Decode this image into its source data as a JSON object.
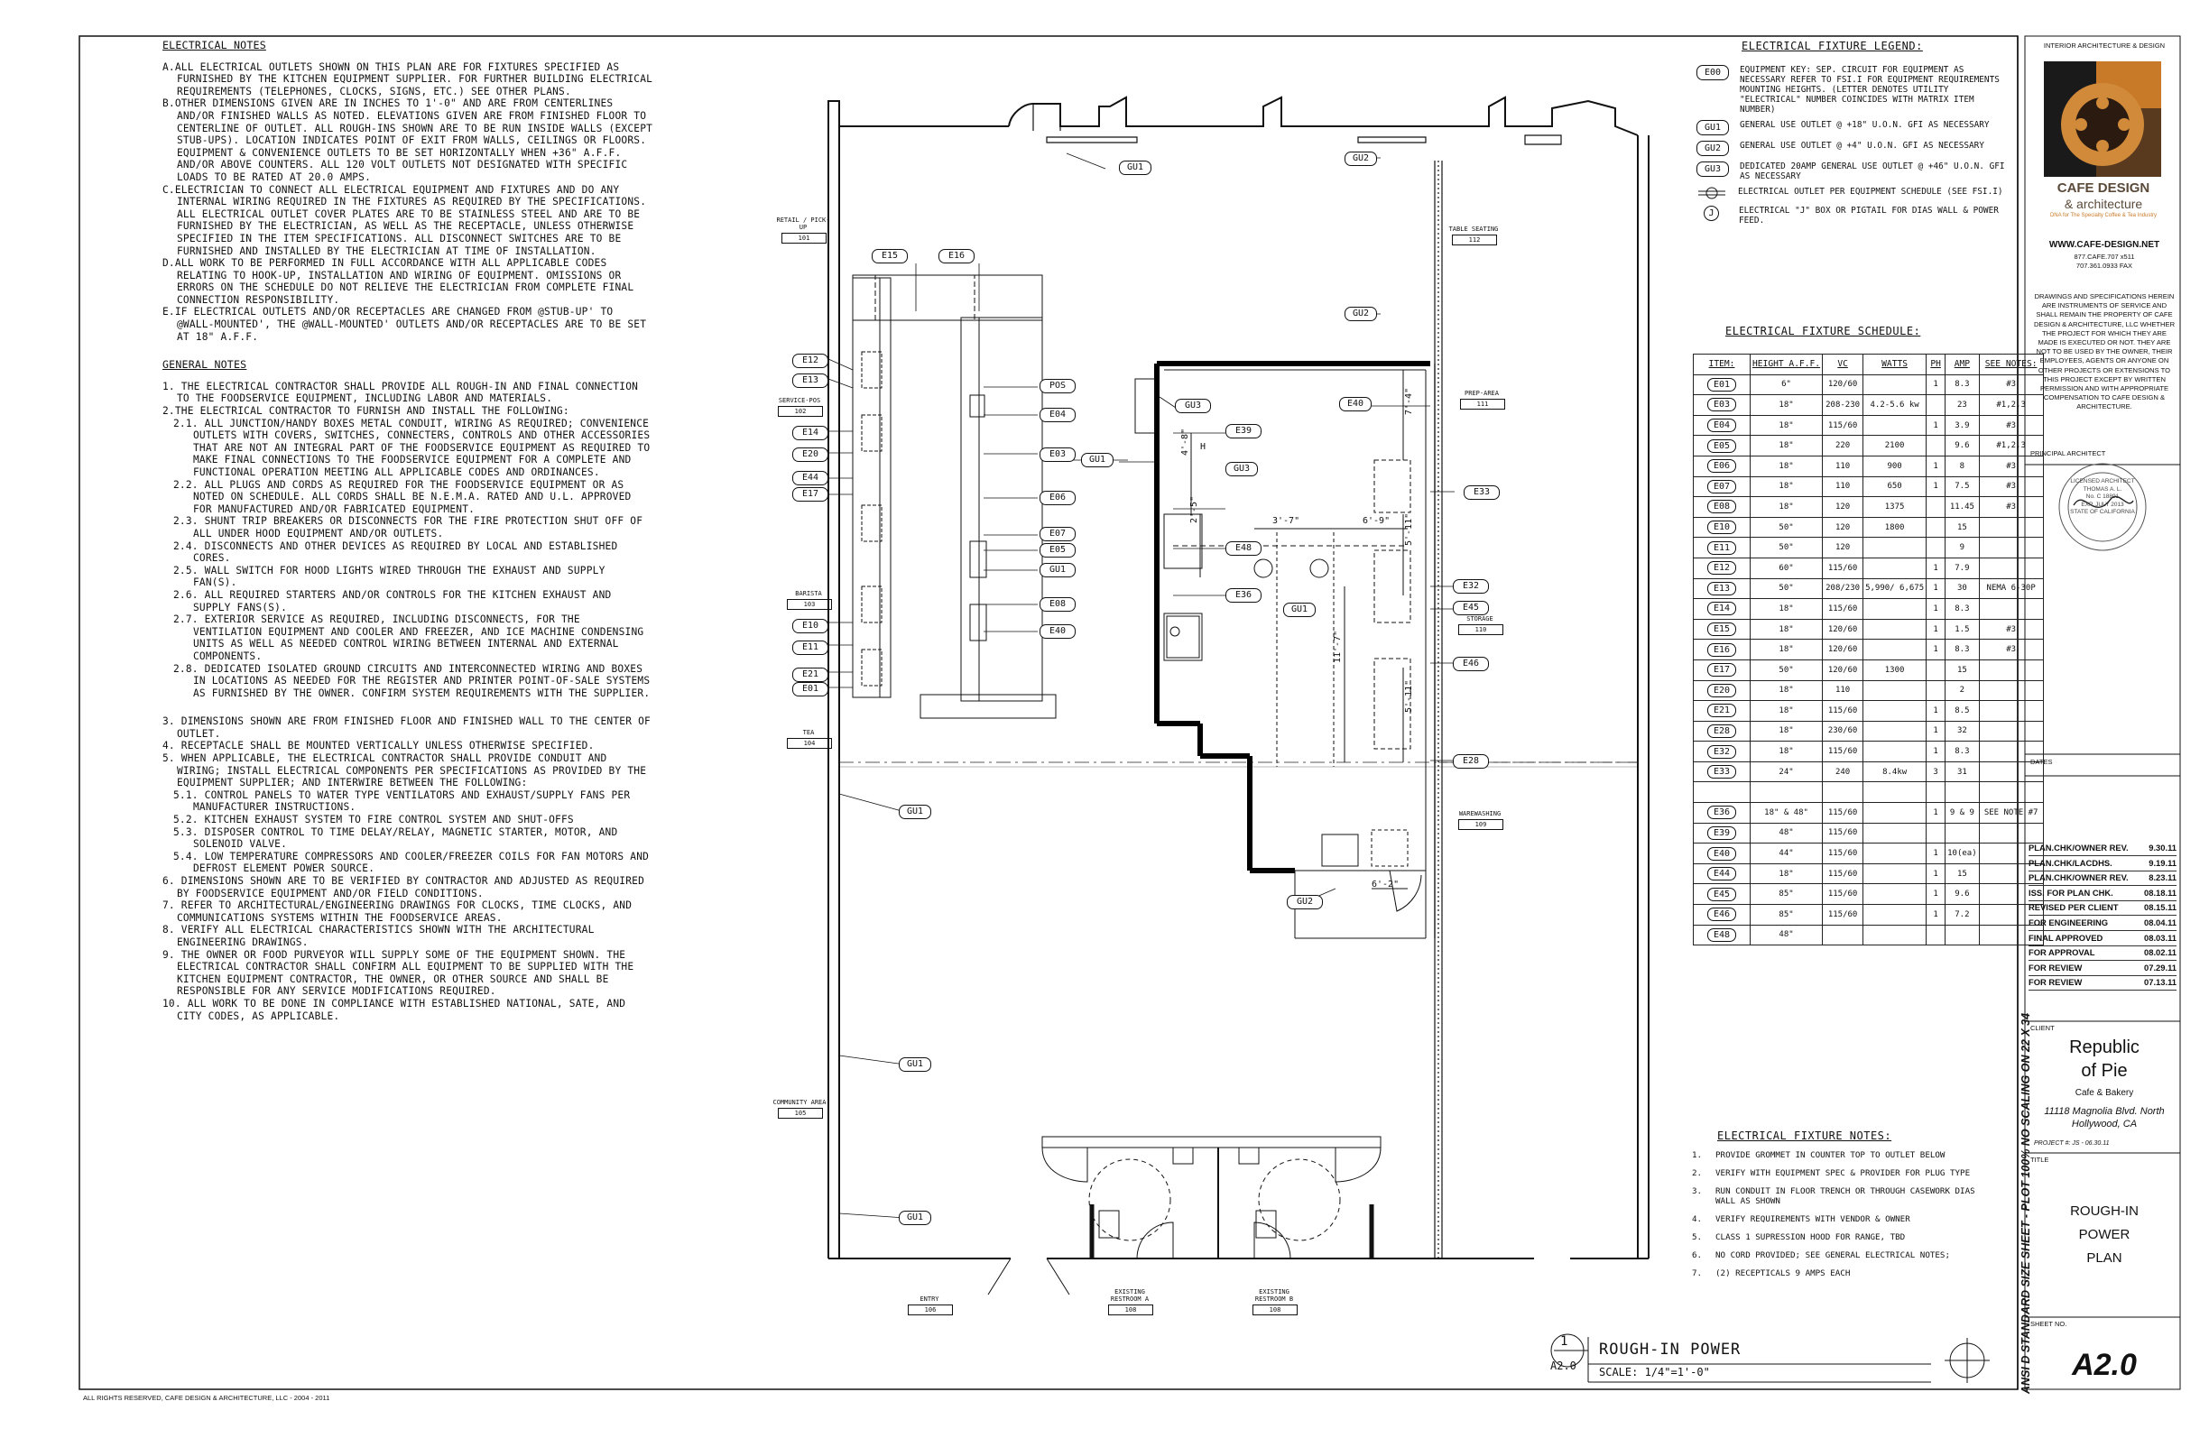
{
  "electrical_notes": {
    "title": "ELECTRICAL NOTES",
    "items": [
      "A.ALL ELECTRICAL OUTLETS SHOWN ON THIS PLAN ARE FOR FIXTURES SPECIFIED AS FURNISHED BY THE KITCHEN EQUIPMENT SUPPLIER. FOR FURTHER BUILDING ELECTRICAL REQUIREMENTS (TELEPHONES, CLOCKS, SIGNS, ETC.) SEE OTHER PLANS.",
      "B.OTHER DIMENSIONS GIVEN ARE IN INCHES TO 1'-0\" AND ARE FROM CENTERLINES AND/OR FINISHED WALLS AS NOTED. ELEVATIONS GIVEN ARE FROM FINISHED FLOOR TO CENTERLINE OF OUTLET. ALL ROUGH-INS SHOWN ARE TO BE RUN INSIDE WALLS (EXCEPT STUB-UPS). LOCATION INDICATES POINT OF EXIT FROM WALLS, CEILINGS OR FLOORS. EQUIPMENT & CONVENIENCE OUTLETS TO BE SET HORIZONTALLY WHEN +36\" A.F.F. AND/OR ABOVE COUNTERS. ALL 120 VOLT OUTLETS NOT DESIGNATED WITH SPECIFIC LOADS TO BE RATED AT 20.0 AMPS.",
      "C.ELECTRICIAN TO CONNECT ALL ELECTRICAL EQUIPMENT AND FIXTURES AND DO ANY INTERNAL WIRING REQUIRED IN THE FIXTURES AS REQUIRED BY THE SPECIFICATIONS. ALL ELECTRICAL OUTLET COVER PLATES ARE TO BE STAINLESS STEEL AND ARE TO BE FURNISHED BY THE ELECTRICIAN, AS WELL AS THE RECEPTACLE, UNLESS OTHERWISE SPECIFIED IN THE ITEM SPECIFICATIONS. ALL DISCONNECT SWITCHES ARE TO BE FURNISHED AND INSTALLED BY THE ELECTRICIAN AT TIME OF INSTALLATION.",
      "D.ALL WORK TO BE PERFORMED IN FULL ACCORDANCE WITH ALL APPLICABLE CODES RELATING TO HOOK-UP, INSTALLATION AND WIRING OF EQUIPMENT. OMISSIONS OR ERRORS ON THE SCHEDULE DO NOT RELIEVE THE ELECTRICIAN FROM COMPLETE FINAL CONNECTION RESPONSIBILITY.",
      "E.IF ELECTRICAL OUTLETS AND/OR RECEPTACLES ARE CHANGED FROM @STUB-UP' TO @WALL-MOUNTED', THE @WALL-MOUNTED' OUTLETS AND/OR RECEPTACLES ARE TO BE SET AT 18\" A.F.F."
    ]
  },
  "general_notes": {
    "title": "GENERAL NOTES",
    "items": [
      "1. THE ELECTRICAL CONTRACTOR SHALL PROVIDE ALL ROUGH-IN AND FINAL CONNECTION TO THE FOODSERVICE EQUIPMENT, INCLUDING LABOR AND MATERIALS.",
      "2.THE ELECTRICAL CONTRACTOR TO FURNISH AND INSTALL THE FOLLOWING:"
    ],
    "sub2": [
      "2.1. ALL JUNCTION/HANDY BOXES METAL CONDUIT, WIRING AS REQUIRED; CONVENIENCE OUTLETS WITH COVERS, SWITCHES, CONNECTERS, CONTROLS AND OTHER ACCESSORIES THAT ARE NOT AN INTEGRAL PART OF THE FOODSERVICE EQUIPMENT AS REQUIRED TO MAKE FINAL CONNECTIONS TO THE FOODSERVICE EQUIPMENT FOR A COMPLETE AND FUNCTIONAL OPERATION MEETING ALL APPLICABLE CODES AND ORDINANCES.",
      "2.2. ALL PLUGS AND CORDS AS REQUIRED FOR THE FOODSERVICE EQUIPMENT OR AS NOTED ON SCHEDULE. ALL CORDS SHALL BE N.E.M.A. RATED AND U.L. APPROVED FOR MANUFACTURED AND/OR FABRICATED EQUIPMENT.",
      "2.3. SHUNT TRIP BREAKERS OR DISCONNECTS FOR THE FIRE PROTECTION SHUT OFF OF ALL UNDER HOOD EQUIPMENT AND/OR OUTLETS.",
      "2.4. DISCONNECTS AND OTHER DEVICES AS REQUIRED BY LOCAL AND ESTABLISHED CORES.",
      "2.5. WALL SWITCH FOR HOOD LIGHTS WIRED THROUGH THE EXHAUST AND SUPPLY FAN(S).",
      "2.6. ALL REQUIRED STARTERS AND/OR CONTROLS FOR THE KITCHEN EXHAUST AND SUPPLY FANS(S).",
      "2.7. EXTERIOR SERVICE AS REQUIRED, INCLUDING DISCONNECTS, FOR THE VENTILATION EQUIPMENT AND COOLER AND FREEZER, AND ICE MACHINE CONDENSING UNITS AS WELL AS NEEDED CONTROL WIRING BETWEEN INTERNAL AND EXTERNAL COMPONENTS.",
      "2.8. DEDICATED ISOLATED GROUND CIRCUITS AND INTERCONNECTED WIRING AND BOXES IN LOCATIONS AS NEEDED FOR THE REGISTER AND PRINTER POINT-OF-SALE SYSTEMS AS FURNISHED BY THE OWNER. CONFIRM SYSTEM REQUIREMENTS WITH THE SUPPLIER."
    ],
    "items2": [
      "3. DIMENSIONS SHOWN ARE FROM FINISHED FLOOR AND FINISHED WALL TO THE CENTER OF OUTLET.",
      "4. RECEPTACLE SHALL BE MOUNTED VERTICALLY UNLESS OTHERWISE SPECIFIED.",
      "5. WHEN APPLICABLE, THE ELECTRICAL CONTRACTOR SHALL PROVIDE CONDUIT AND WIRING; INSTALL ELECTRICAL COMPONENTS PER SPECIFICATIONS AS PROVIDED BY THE EQUIPMENT SUPPLIER; AND INTERWIRE BETWEEN THE FOLLOWING:"
    ],
    "sub5": [
      "5.1. CONTROL PANELS TO WATER TYPE VENTILATORS AND EXHAUST/SUPPLY FANS PER MANUFACTURER INSTRUCTIONS.",
      "5.2. KITCHEN EXHAUST SYSTEM TO FIRE CONTROL SYSTEM AND SHUT-OFFS",
      "5.3. DISPOSER CONTROL TO TIME DELAY/RELAY, MAGNETIC STARTER, MOTOR, AND SOLENOID VALVE.",
      "5.4. LOW TEMPERATURE COMPRESSORS AND COOLER/FREEZER COILS FOR FAN MOTORS AND DEFROST ELEMENT POWER SOURCE."
    ],
    "items3": [
      "6. DIMENSIONS SHOWN ARE TO BE VERIFIED BY CONTRACTOR AND ADJUSTED AS REQUIRED BY FOODSERVICE EQUIPMENT AND/OR FIELD CONDITIONS.",
      "7. REFER TO ARCHITECTURAL/ENGINEERING DRAWINGS FOR CLOCKS, TIME CLOCKS, AND COMMUNICATIONS SYSTEMS WITHIN THE FOODSERVICE AREAS.",
      "8. VERIFY ALL ELECTRICAL CHARACTERISTICS SHOWN WITH THE ARCHITECTURAL ENGINEERING DRAWINGS.",
      "9. THE OWNER OR FOOD PURVEYOR WILL SUPPLY SOME OF THE EQUIPMENT SHOWN. THE ELECTRICAL CONTRACTOR SHALL CONFIRM ALL EQUIPMENT TO BE SUPPLIED WITH THE KITCHEN EQUIPMENT CONTRACTOR, THE OWNER, OR OTHER SOURCE AND SHALL BE RESPONSIBLE FOR ANY SERVICE MODIFICATIONS REQUIRED.",
      "10. ALL WORK TO BE DONE IN COMPLIANCE WITH ESTABLISHED NATIONAL, SATE, AND CITY CODES, AS APPLICABLE."
    ]
  },
  "legend": {
    "title": "ELECTRICAL FIXTURE LEGEND:",
    "rows": [
      {
        "tag": "E00",
        "text": "EQUIPMENT KEY: SEP. CIRCUIT FOR EQUIPMENT AS NECESSARY REFER TO FSI.I FOR EQUIPMENT REQUIREMENTS MOUNTING HEIGHTS. (LETTER DENOTES UTILITY \"ELECTRICAL\" NUMBER COINCIDES WITH MATRIX ITEM NUMBER)"
      },
      {
        "tag": "GU1",
        "text": "GENERAL USE OUTLET @ +18\" U.O.N. GFI AS NECESSARY"
      },
      {
        "tag": "GU2",
        "text": "GENERAL USE OUTLET @ +4\" U.O.N. GFI AS NECESSARY"
      },
      {
        "tag": "GU3",
        "text": "DEDICATED 20AMP GENERAL USE OUTLET @ +46\" U.O.N. GFI AS NECESSARY"
      },
      {
        "tag": "",
        "text": "ELECTRICAL OUTLET PER EQUIPMENT SCHEDULE (SEE FSI.I)"
      },
      {
        "tag": "J",
        "text": "ELECTRICAL \"J\" BOX OR PIGTAIL FOR DIAS WALL & POWER FEED."
      }
    ]
  },
  "schedule": {
    "title": "ELECTRICAL FIXTURE SCHEDULE:",
    "headers": [
      "ITEM:",
      "HEIGHT A.F.F.",
      "VC",
      "WATTS",
      "PH",
      "AMP",
      "SEE NOTES:"
    ],
    "rows": [
      [
        "E01",
        "6\"",
        "120/60",
        "",
        "1",
        "8.3",
        "#3"
      ],
      [
        "E03",
        "18\"",
        "208-230",
        "4.2-5.6 kw",
        "",
        "23",
        "#1,2,3"
      ],
      [
        "E04",
        "18\"",
        "115/60",
        "",
        "1",
        "3.9",
        "#3"
      ],
      [
        "E05",
        "18\"",
        "220",
        "2100",
        "",
        "9.6",
        "#1,2,3"
      ],
      [
        "E06",
        "18\"",
        "110",
        "900",
        "1",
        "8",
        "#3"
      ],
      [
        "E07",
        "18\"",
        "110",
        "650",
        "1",
        "7.5",
        "#3"
      ],
      [
        "E08",
        "18\"",
        "120",
        "1375",
        "",
        "11.45",
        "#3"
      ],
      [
        "E10",
        "50\"",
        "120",
        "1800",
        "",
        "15",
        ""
      ],
      [
        "E11",
        "50\"",
        "120",
        "",
        "",
        "9",
        ""
      ],
      [
        "E12",
        "60\"",
        "115/60",
        "",
        "1",
        "7.9",
        ""
      ],
      [
        "E13",
        "50\"",
        "208/230",
        "5,990/ 6,675",
        "1",
        "30",
        "NEMA 6-30P"
      ],
      [
        "E14",
        "18\"",
        "115/60",
        "",
        "1",
        "8.3",
        ""
      ],
      [
        "E15",
        "18\"",
        "120/60",
        "",
        "1",
        "1.5",
        "#3"
      ],
      [
        "E16",
        "18\"",
        "120/60",
        "",
        "1",
        "8.3",
        "#3"
      ],
      [
        "E17",
        "50\"",
        "120/60",
        "1300",
        "",
        "15",
        ""
      ],
      [
        "E20",
        "18\"",
        "110",
        "",
        "",
        "2",
        ""
      ],
      [
        "E21",
        "18\"",
        "115/60",
        "",
        "1",
        "8.5",
        ""
      ],
      [
        "E28",
        "18\"",
        "230/60",
        "",
        "1",
        "32",
        ""
      ],
      [
        "E32",
        "18\"",
        "115/60",
        "",
        "1",
        "8.3",
        ""
      ],
      [
        "E33",
        "24\"",
        "240",
        "8.4kw",
        "3",
        "31",
        ""
      ],
      [
        "",
        "",
        "",
        "",
        "",
        "",
        ""
      ],
      [
        "E36",
        "18\" & 48\"",
        "115/60",
        "",
        "1",
        "9 & 9",
        "SEE NOTE #7"
      ],
      [
        "E39",
        "48\"",
        "115/60",
        "",
        "",
        "",
        ""
      ],
      [
        "E40",
        "44\"",
        "115/60",
        "",
        "1",
        "10(ea)",
        ""
      ],
      [
        "E44",
        "18\"",
        "115/60",
        "",
        "1",
        "15",
        ""
      ],
      [
        "E45",
        "85\"",
        "115/60",
        "",
        "1",
        "9.6",
        ""
      ],
      [
        "E46",
        "85\"",
        "115/60",
        "",
        "1",
        "7.2",
        ""
      ],
      [
        "E48",
        "48\"",
        "",
        "",
        "",
        "",
        ""
      ]
    ]
  },
  "fixture_notes": {
    "title": "ELECTRICAL FIXTURE NOTES:",
    "items": [
      "PROVIDE GROMMET IN COUNTER TOP TO OUTLET BELOW",
      "VERIFY WITH EQUIPMENT SPEC & PROVIDER FOR PLUG TYPE",
      "RUN CONDUIT IN FLOOR TRENCH OR THROUGH CASEWORK DIAS WALL AS SHOWN",
      "VERIFY REQUIREMENTS WITH VENDOR & OWNER",
      "CLASS 1 SUPRESSION HOOD FOR RANGE, TBD",
      "NO CORD PROVIDED; SEE GENERAL ELECTRICAL NOTES;",
      "(2) RECEPTICALS 9 AMPS EACH"
    ]
  },
  "plan": {
    "rooms": [
      {
        "name": "RETAIL / PICK-UP",
        "num": "101"
      },
      {
        "name": "SERVICE-POS",
        "num": "102"
      },
      {
        "name": "BARISTA",
        "num": "103"
      },
      {
        "name": "TEA",
        "num": "104"
      },
      {
        "name": "COMMUNITY AREA",
        "num": "105"
      },
      {
        "name": "ENTRY",
        "num": "106"
      },
      {
        "name": "EXISTING RESTROOM A",
        "num": "108"
      },
      {
        "name": "EXISTING RESTROOM B",
        "num": "108"
      },
      {
        "name": "WAREWASHING",
        "num": "109"
      },
      {
        "name": "STORAGE",
        "num": "110"
      },
      {
        "name": "PREP-AREA",
        "num": "111"
      },
      {
        "name": "TABLE SEATING",
        "num": "112"
      }
    ],
    "tags": [
      "E15",
      "E16",
      "E12",
      "E13",
      "E14",
      "E20",
      "E44",
      "E17",
      "E10",
      "E11",
      "E21",
      "E01",
      "POS",
      "E04",
      "E03",
      "E06",
      "E07",
      "E05",
      "GU1",
      "E08",
      "E40",
      "GU3",
      "E39",
      "E48",
      "E36",
      "E33",
      "E32",
      "E45",
      "E46",
      "E28",
      "GU2"
    ],
    "dims": [
      "4'-8\"",
      "2'-5\"",
      "3'-7\"",
      "6'-9\"",
      "7'-4\"",
      "5'-11\"",
      "11'-7\"",
      "5'-11\"",
      "6'-2\"",
      "H"
    ],
    "drawing_number": "1",
    "sheet_ref": "A2.0",
    "drawing_title": "ROUGH-IN POWER",
    "scale": "SCALE: 1/4\"=1'-0\""
  },
  "vertical_note": "ANSI D STANDARD SIZE SHEET - PLOT 100% NO SCALING ON 22 X 34",
  "title_block": {
    "firm_tagline": "INTERIOR ARCHITECTURE & DESIGN",
    "logo_name": "CAFE DESIGN",
    "logo_sub": "& architecture",
    "logo_tag": "DNA for The Specialty Coffee & Tea Industry",
    "website": "WWW.CAFE-DESIGN.NET",
    "phone": "877.CAFE.707 x511",
    "fax": "707.361.0933 FAX",
    "disclaimer": "DRAWINGS AND SPECIFICATIONS HEREIN ARE INSTRUMENTS OF SERVICE AND SHALL REMAIN THE PROPERTY OF CAFE DESIGN & ARCHITECTURE, LLC WHETHER THE PROJECT FOR WHICH THEY ARE MADE IS EXECUTED OR NOT. THEY ARE NOT TO BE USED BY THE OWNER, THEIR EMPLOYEES, AGENTS OR ANYONE ON OTHER PROJECTS OR EXTENSIONS TO THIS PROJECT EXCEPT BY WRITTEN PERMISSION AND WITH APPROPRIATE COMPENSATION TO CAFE DESIGN & ARCHITECTURE.",
    "principal_label": "PRINCIPAL ARCHITECT",
    "seal_lines": [
      "LICENSED ARCHITECT",
      "THOMAS A. L.",
      "No. C 18891",
      "EXP. JULY 2013",
      "STATE OF CALIFORNIA"
    ],
    "dates_label": "DATES",
    "revisions": [
      [
        "PLAN.CHK/OWNER REV.",
        "9.30.11"
      ],
      [
        "PLAN.CHK/LACDHS.",
        "9.19.11"
      ],
      [
        "PLAN.CHK/OWNER REV.",
        "8.23.11"
      ],
      [
        "ISS. FOR PLAN CHK.",
        "08.18.11"
      ],
      [
        "REVISED PER CLIENT",
        "08.15.11"
      ],
      [
        "FOR ENGINEERING",
        "08.04.11"
      ],
      [
        "FINAL APPROVED",
        "08.03.11"
      ],
      [
        "FOR APPROVAL",
        "08.02.11"
      ],
      [
        "FOR REVIEW",
        "07.29.11"
      ],
      [
        "FOR REVIEW",
        "07.13.11"
      ]
    ],
    "client_label": "CLIENT",
    "client_name1": "Republic",
    "client_name2": "of Pie",
    "client_sub": "Cafe & Bakery",
    "client_addr1": "11118 Magnolia Blvd. North",
    "client_addr2": "Hollywood, CA",
    "project": "PROJECT #: JS - 06.30.11",
    "title_label": "TITLE",
    "sheet_title": [
      "ROUGH-IN",
      "POWER",
      "PLAN"
    ],
    "sheet_no_label": "SHEET NO.",
    "sheet_no": "A2.0"
  },
  "copyright": "ALL RIGHTS RESERVED, CAFE DESIGN & ARCHITECTURE, LLC - 2004 - 2011"
}
